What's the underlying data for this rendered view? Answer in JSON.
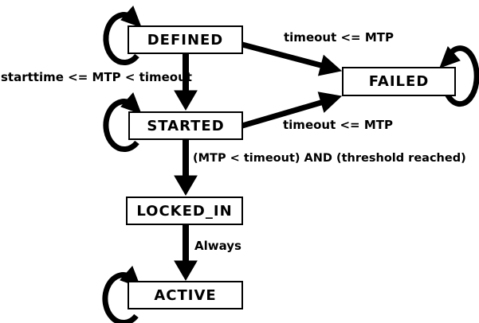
{
  "diagram": {
    "type": "state-machine",
    "background_color": "#ffffff",
    "stroke_color": "#000000",
    "text_color": "#000000",
    "states": [
      {
        "id": "DEFINED",
        "label": "DEFINED",
        "self_loop": true
      },
      {
        "id": "FAILED",
        "label": "FAILED",
        "self_loop": true
      },
      {
        "id": "STARTED",
        "label": "STARTED",
        "self_loop": true
      },
      {
        "id": "LOCKED_IN",
        "label": "LOCKED_IN",
        "self_loop": false
      },
      {
        "id": "ACTIVE",
        "label": "ACTIVE",
        "self_loop": true
      }
    ],
    "transitions": [
      {
        "from": "DEFINED",
        "to": "STARTED",
        "label": "starttime <= MTP < timeout"
      },
      {
        "from": "DEFINED",
        "to": "FAILED",
        "label": "timeout <= MTP"
      },
      {
        "from": "STARTED",
        "to": "FAILED",
        "label": "timeout <= MTP"
      },
      {
        "from": "STARTED",
        "to": "LOCKED_IN",
        "label": "(MTP < timeout) AND (threshold reached)"
      },
      {
        "from": "LOCKED_IN",
        "to": "ACTIVE",
        "label": "Always"
      },
      {
        "from": "DEFINED",
        "to": "DEFINED",
        "label": ""
      },
      {
        "from": "STARTED",
        "to": "STARTED",
        "label": ""
      },
      {
        "from": "FAILED",
        "to": "FAILED",
        "label": ""
      },
      {
        "from": "ACTIVE",
        "to": "ACTIVE",
        "label": ""
      }
    ]
  }
}
